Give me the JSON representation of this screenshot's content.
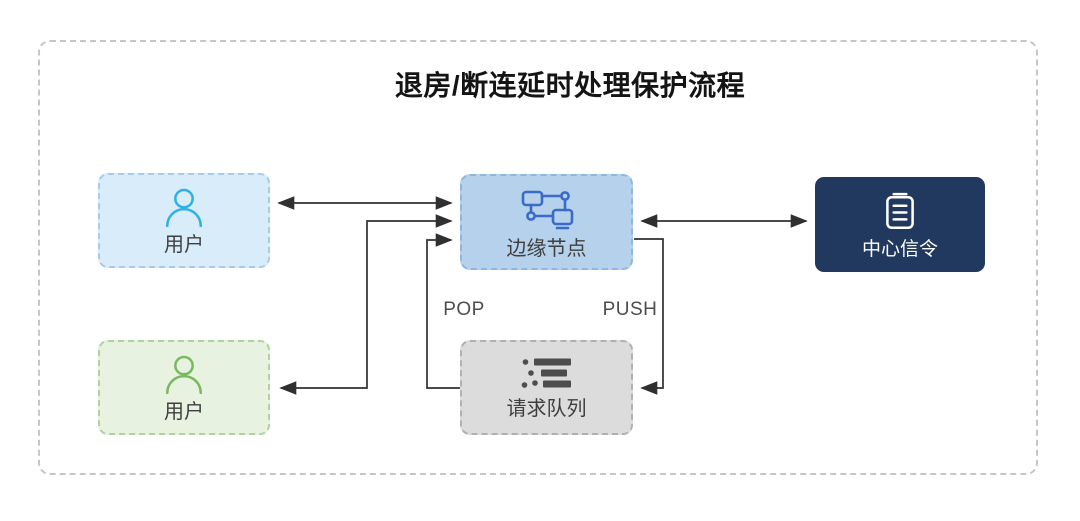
{
  "title": "退房/断连延时处理保护流程",
  "nodes": {
    "user_top": {
      "label": "用户",
      "icon": "user-icon"
    },
    "user_bottom": {
      "label": "用户",
      "icon": "user-icon"
    },
    "edge_node": {
      "label": "边缘节点",
      "icon": "topology-nodes-icon"
    },
    "central_signal": {
      "label": "中心信令",
      "icon": "clipboard-document-icon"
    },
    "request_queue": {
      "label": "请求队列",
      "icon": "queue-list-icon"
    }
  },
  "flow_labels": {
    "pop": "POP",
    "push": "PUSH"
  },
  "connections": [
    {
      "from": "user_top",
      "to": "edge_node",
      "direction": "bidirectional",
      "label": ""
    },
    {
      "from": "user_bottom",
      "to": "edge_node",
      "direction": "bidirectional",
      "label": ""
    },
    {
      "from": "request_queue",
      "to": "edge_node",
      "direction": "one-way",
      "label": "POP"
    },
    {
      "from": "edge_node",
      "to": "request_queue",
      "direction": "one-way",
      "label": "PUSH"
    },
    {
      "from": "edge_node",
      "to": "central_signal",
      "direction": "bidirectional",
      "label": ""
    }
  ],
  "palette": {
    "title": "#141414",
    "label": "#3f3f3f",
    "annot": "#4d4d4d",
    "arrow": "#303030",
    "frame-border": "#c6c6c6",
    "user-top-bg": "#d8ecf9",
    "user-top-border": "#a6cce9",
    "user-top-icon": "#2fb1e3",
    "user-bottom-bg": "#e7f2e0",
    "user-bottom-border": "#aed39e",
    "user-bottom-icon": "#7aba5e",
    "edge-bg": "#b5d1ec",
    "edge-border": "#8fb6df",
    "edge-icon": "#3a6bc6",
    "queue-bg": "#dcdcdc",
    "queue-border": "#b0b0b0",
    "queue-icon": "#4d4d4d",
    "central-bg": "#21395e",
    "central-text": "#ffffff"
  }
}
